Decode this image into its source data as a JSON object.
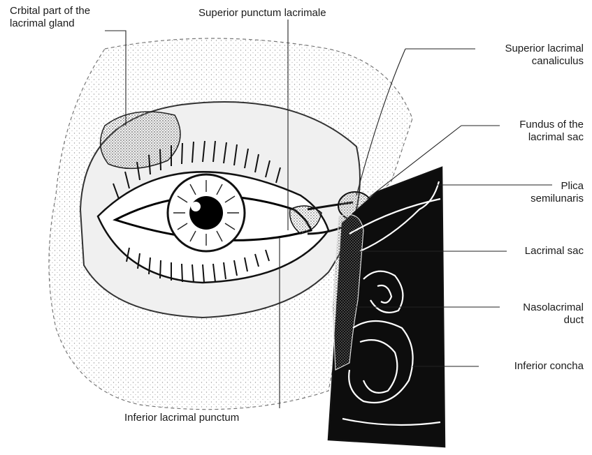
{
  "labels": {
    "orbital_gland_line1": "Crbital part of the",
    "orbital_gland_line2": "lacrimal gland",
    "superior_punctum": "Superior punctum lacrimale",
    "superior_canaliculus_line1": "Superior lacrimal",
    "superior_canaliculus_line2": "canaliculus",
    "fundus_line1": "Fundus of the",
    "fundus_line2": "lacrimal sac",
    "plica_line1": "Plica",
    "plica_line2": "semilunaris",
    "lacrimal_sac": "Lacrimal sac",
    "nasolacrimal_line1": "Nasolacrimal",
    "nasolacrimal_line2": "duct",
    "inferior_concha": "Inferior concha",
    "inferior_punctum": "Inferior lacrimal punctum"
  },
  "colors": {
    "ink": "#1a1a1a",
    "stipple": "#9a9a9a",
    "cavity": "#0d0d0d",
    "paper": "#ffffff"
  }
}
